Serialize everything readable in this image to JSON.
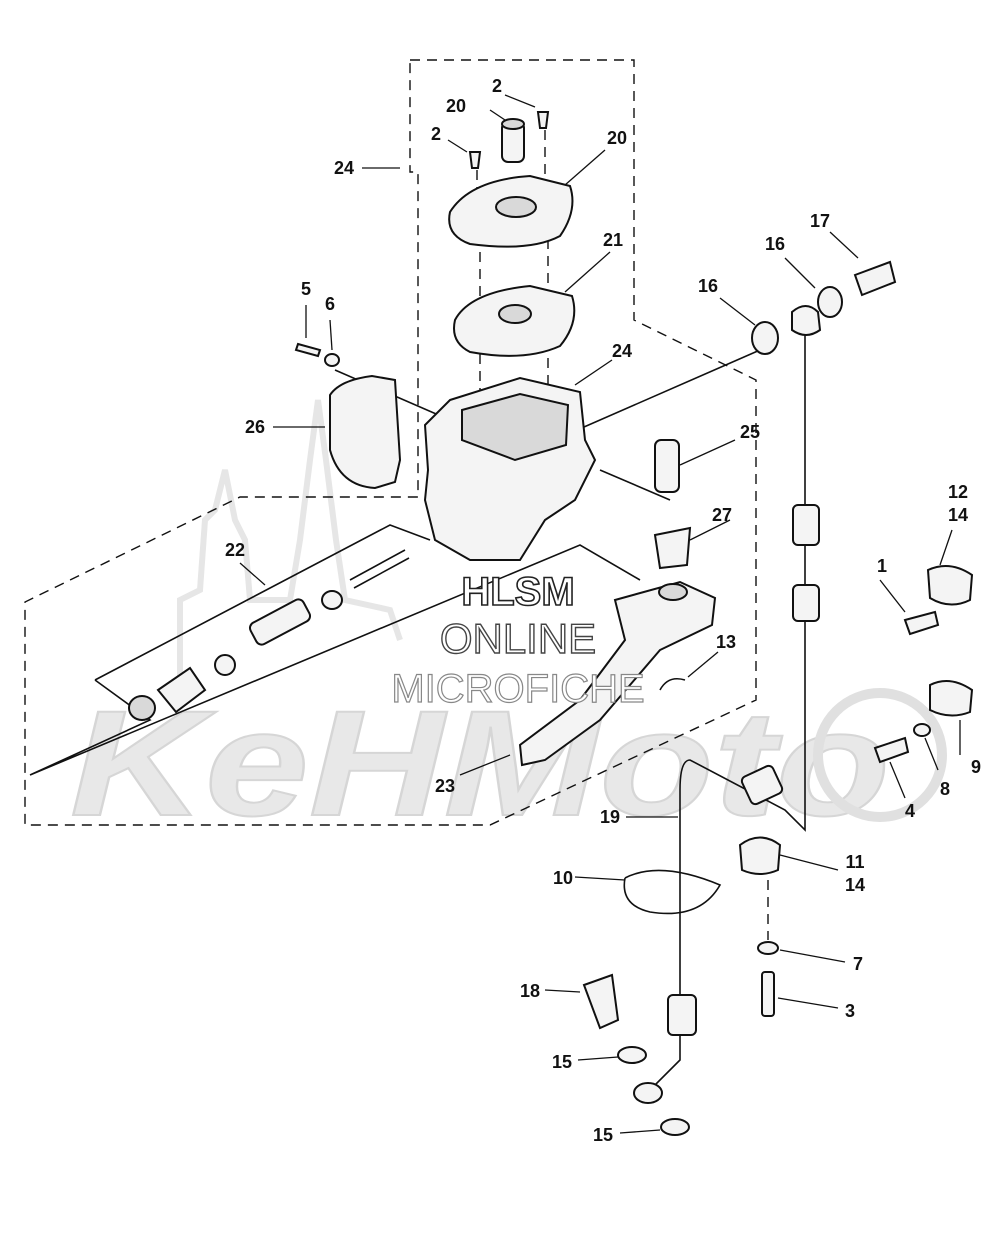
{
  "watermark": {
    "line1": "HLSM",
    "line2": "ONLINE",
    "line3": "MICROFICHE",
    "brand": "KeHMoto"
  },
  "callouts": [
    {
      "id": "c1",
      "label": "1"
    },
    {
      "id": "c2a",
      "label": "2"
    },
    {
      "id": "c2b",
      "label": "2"
    },
    {
      "id": "c3",
      "label": "3"
    },
    {
      "id": "c4",
      "label": "4"
    },
    {
      "id": "c5",
      "label": "5"
    },
    {
      "id": "c6",
      "label": "6"
    },
    {
      "id": "c7",
      "label": "7"
    },
    {
      "id": "c8",
      "label": "8"
    },
    {
      "id": "c9",
      "label": "9"
    },
    {
      "id": "c10",
      "label": "10"
    },
    {
      "id": "c11",
      "label": "11"
    },
    {
      "id": "c11b",
      "label": "14"
    },
    {
      "id": "c12",
      "label": "12"
    },
    {
      "id": "c12b",
      "label": "14"
    },
    {
      "id": "c13",
      "label": "13"
    },
    {
      "id": "c15a",
      "label": "15"
    },
    {
      "id": "c15b",
      "label": "15"
    },
    {
      "id": "c16a",
      "label": "16"
    },
    {
      "id": "c16b",
      "label": "16"
    },
    {
      "id": "c17",
      "label": "17"
    },
    {
      "id": "c18",
      "label": "18"
    },
    {
      "id": "c19",
      "label": "19"
    },
    {
      "id": "c20a",
      "label": "20"
    },
    {
      "id": "c20b",
      "label": "20"
    },
    {
      "id": "c21",
      "label": "21"
    },
    {
      "id": "c22",
      "label": "22"
    },
    {
      "id": "c23",
      "label": "23"
    },
    {
      "id": "c24a",
      "label": "24"
    },
    {
      "id": "c24b",
      "label": "24"
    },
    {
      "id": "c25",
      "label": "25"
    },
    {
      "id": "c26",
      "label": "26"
    },
    {
      "id": "c27",
      "label": "27"
    }
  ]
}
